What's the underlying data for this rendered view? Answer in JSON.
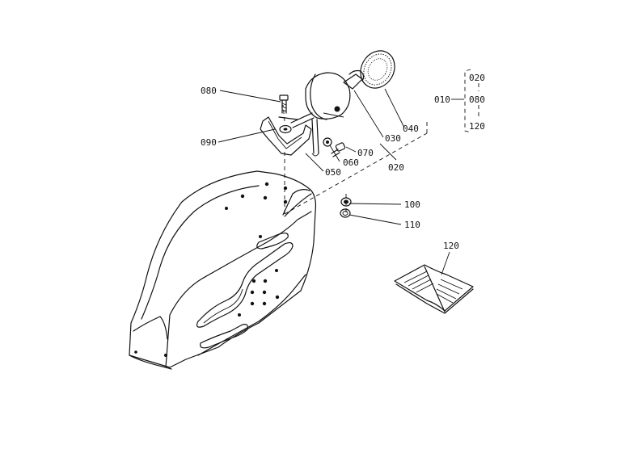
{
  "labels": {
    "p010": "010",
    "p020": "020",
    "p030": "030",
    "p040": "040",
    "p050": "050",
    "p060": "060",
    "p070": "070",
    "p080": "080",
    "p090": "090",
    "p100": "100",
    "p110": "110",
    "p120": "120"
  },
  "group_legend": {
    "root": "010",
    "items": [
      "020",
      "080",
      "120"
    ]
  }
}
